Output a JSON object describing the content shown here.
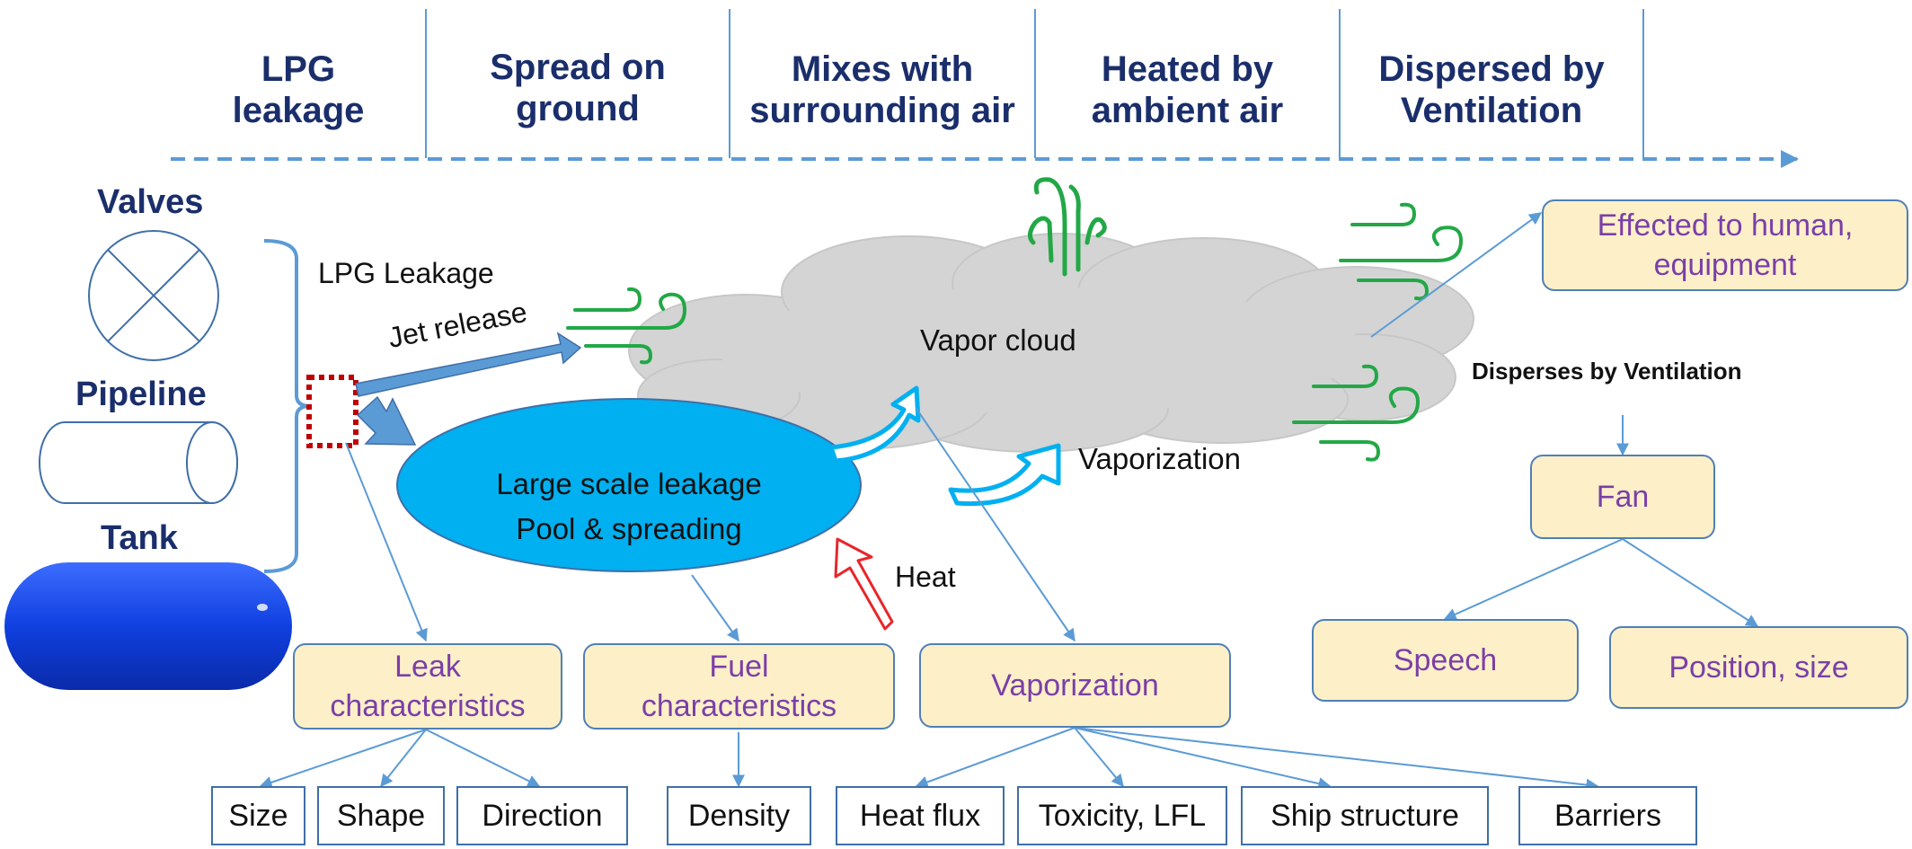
{
  "timeline": {
    "phases": [
      {
        "label": "LPG\nleakage"
      },
      {
        "label": "Spread on\nground"
      },
      {
        "label": "Mixes with\nsurrounding air"
      },
      {
        "label": "Heated by\nambient air"
      },
      {
        "label": "Dispersed by\nVentilation"
      }
    ]
  },
  "sources": {
    "valves": "Valves",
    "pipeline": "Pipeline",
    "tank": "Tank"
  },
  "diagram": {
    "lpg_leakage": "LPG Leakage",
    "jet_release": "Jet release",
    "pool_text": "Large scale leakage\nPool  & spreading",
    "vapor_cloud": "Vapor cloud",
    "vaporization_label": "Vaporization",
    "heat_label": "Heat",
    "disperses_label": "Disperses by Ventilation"
  },
  "factors": {
    "leak": "Leak\ncharacteristics",
    "fuel": "Fuel\ncharacteristics",
    "vaporization": "Vaporization",
    "effected": "Effected to human,\nequipment",
    "fan": "Fan",
    "speech": "Speech",
    "position": "Position, size"
  },
  "details": {
    "size": "Size",
    "shape": "Shape",
    "direction": "Direction",
    "density": "Density",
    "heat_flux": "Heat flux",
    "toxicity": "Toxicity, LFL",
    "ship_structure": "Ship structure",
    "barriers": "Barriers"
  },
  "colors": {
    "title_text": "#1a2e6b",
    "factor_text": "#7b3fa8",
    "factor_fill": "#fdf0c8",
    "connector": "#5b9bd5",
    "pool": "#00b0f0",
    "cloud": "#d4d4d4",
    "wind": "#22a846",
    "heat_arrow": "#e8262a",
    "tank": "#1040e0"
  }
}
